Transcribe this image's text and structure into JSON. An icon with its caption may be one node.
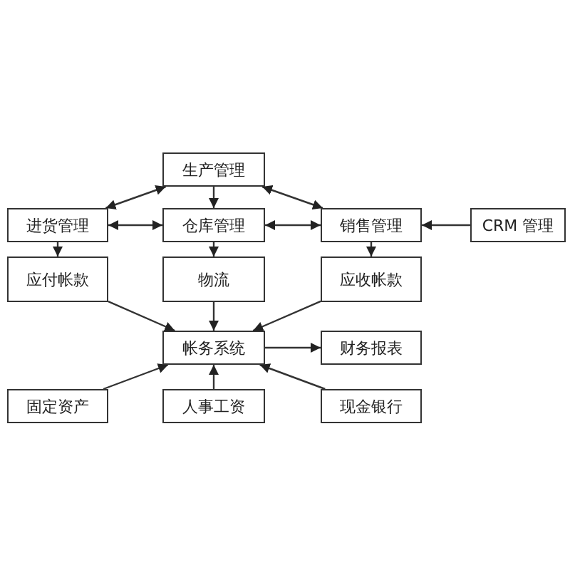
{
  "diagram": {
    "nodes": [
      {
        "text": [
          "生产管理"
        ]
      },
      {
        "text": [
          "进货管理"
        ]
      },
      {
        "text": [
          "仓库管理"
        ]
      },
      {
        "text": [
          "销售管理"
        ]
      },
      {
        "text": [
          "CRM 管理"
        ]
      },
      {
        "text": [
          "应付帐款"
        ]
      },
      {
        "text": [
          "物流"
        ]
      },
      {
        "text": [
          "应收帐款"
        ]
      },
      {
        "text": [
          "帐务系统"
        ]
      },
      {
        "text": [
          "财务报表"
        ]
      },
      {
        "text": [
          "固定资产"
        ]
      },
      {
        "text": [
          "人事工资"
        ]
      },
      {
        "text": [
          "现金银行"
        ]
      }
    ],
    "edges": [
      {
        "from": 0,
        "to": 1,
        "arrow": "both"
      },
      {
        "from": 0,
        "to": 2,
        "arrow": "to"
      },
      {
        "from": 0,
        "to": 3,
        "arrow": "both"
      },
      {
        "from": 1,
        "to": 2,
        "arrow": "both"
      },
      {
        "from": 2,
        "to": 3,
        "arrow": "both"
      },
      {
        "from": 4,
        "to": 3,
        "arrow": "to"
      },
      {
        "from": 1,
        "to": 5,
        "arrow": "to"
      },
      {
        "from": 2,
        "to": 6,
        "arrow": "to"
      },
      {
        "from": 3,
        "to": 7,
        "arrow": "to"
      },
      {
        "from": 5,
        "to": 8,
        "arrow": "to"
      },
      {
        "from": 6,
        "to": 8,
        "arrow": "to"
      },
      {
        "from": 7,
        "to": 8,
        "arrow": "to"
      },
      {
        "from": 8,
        "to": 9,
        "arrow": "to"
      },
      {
        "from": 10,
        "to": 8,
        "arrow": "to"
      },
      {
        "from": 11,
        "to": 8,
        "arrow": "to"
      },
      {
        "from": 12,
        "to": 8,
        "arrow": "to"
      }
    ]
  }
}
